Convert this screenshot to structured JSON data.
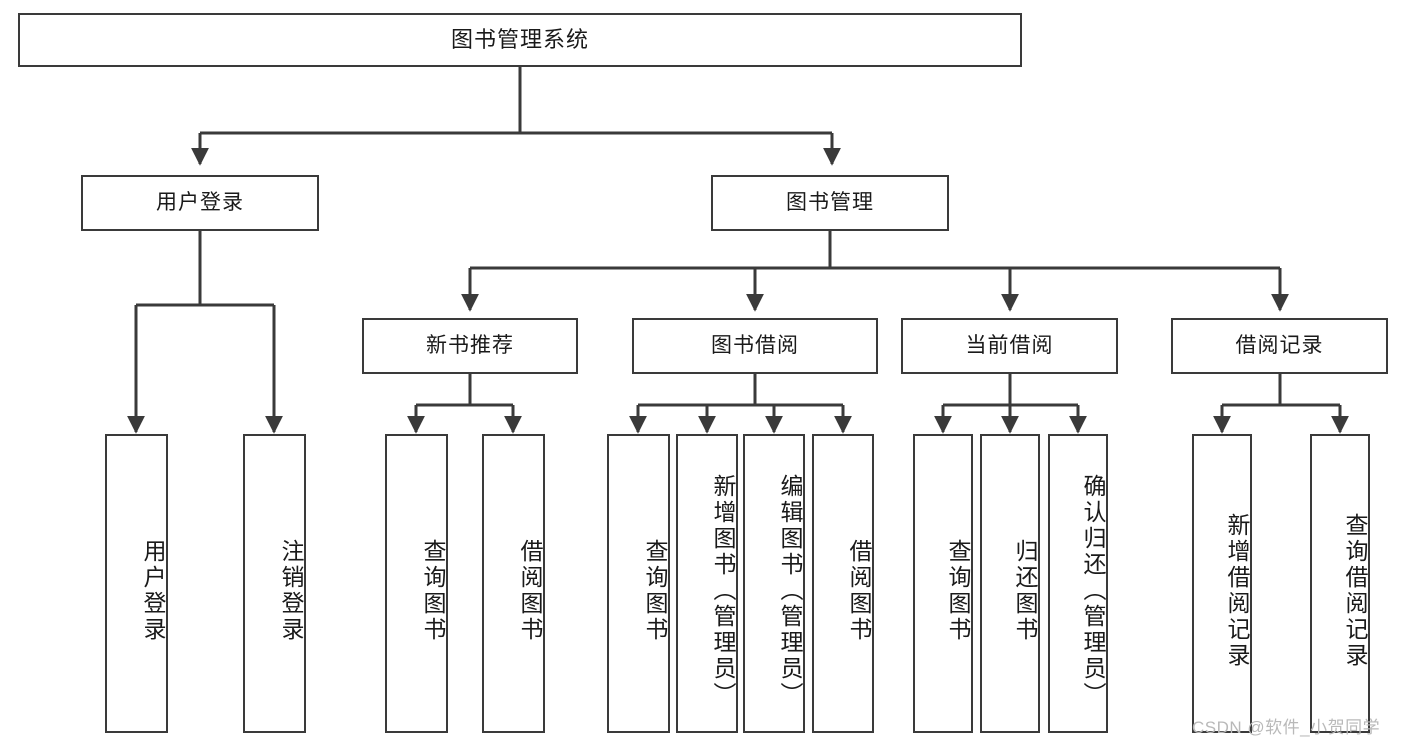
{
  "diagram": {
    "title": "图书管理系统",
    "type": "tree",
    "orientation": "top-down",
    "colors": {
      "box_border": "#3a3a3a",
      "box_fill": "#ffffff",
      "edge": "#3a3a3a",
      "text": "#1a1a1a",
      "watermark": "#b9b9b9",
      "background": "#ffffff"
    },
    "watermark": "CSDN @软件_小贺同学",
    "nodes": {
      "root": {
        "label": "图书管理系统",
        "level": 1
      },
      "level2": [
        {
          "id": "user-login",
          "label": "用户登录"
        },
        {
          "id": "book-manage",
          "label": "图书管理"
        }
      ],
      "level3": [
        {
          "id": "new-book-recommend",
          "label": "新书推荐",
          "parent": "book-manage"
        },
        {
          "id": "book-borrow",
          "label": "图书借阅",
          "parent": "book-manage"
        },
        {
          "id": "current-borrow",
          "label": "当前借阅",
          "parent": "book-manage"
        },
        {
          "id": "borrow-record",
          "label": "借阅记录",
          "parent": "book-manage"
        }
      ],
      "leaves": [
        {
          "id": "leaf-user-login",
          "label": "用户登录",
          "parent": "user-login"
        },
        {
          "id": "leaf-logout",
          "label": "注销登录",
          "parent": "user-login"
        },
        {
          "id": "leaf-query-book-1",
          "label": "查询图书",
          "parent": "new-book-recommend"
        },
        {
          "id": "leaf-borrow-book-1",
          "label": "借阅图书",
          "parent": "new-book-recommend"
        },
        {
          "id": "leaf-query-book-2",
          "label": "查询图书",
          "parent": "book-borrow"
        },
        {
          "id": "leaf-add-book",
          "label": "新增图书（管理员）",
          "parent": "book-borrow"
        },
        {
          "id": "leaf-edit-book",
          "label": "编辑图书（管理员）",
          "parent": "book-borrow"
        },
        {
          "id": "leaf-borrow-book-2",
          "label": "借阅图书",
          "parent": "book-borrow"
        },
        {
          "id": "leaf-query-book-3",
          "label": "查询图书",
          "parent": "current-borrow"
        },
        {
          "id": "leaf-return-book",
          "label": "归还图书",
          "parent": "current-borrow"
        },
        {
          "id": "leaf-confirm-return",
          "label": "确认归还（管理员）",
          "parent": "current-borrow"
        },
        {
          "id": "leaf-add-record",
          "label": "新增借阅记录",
          "parent": "borrow-record"
        },
        {
          "id": "leaf-query-record",
          "label": "查询借阅记录",
          "parent": "borrow-record"
        }
      ]
    }
  }
}
